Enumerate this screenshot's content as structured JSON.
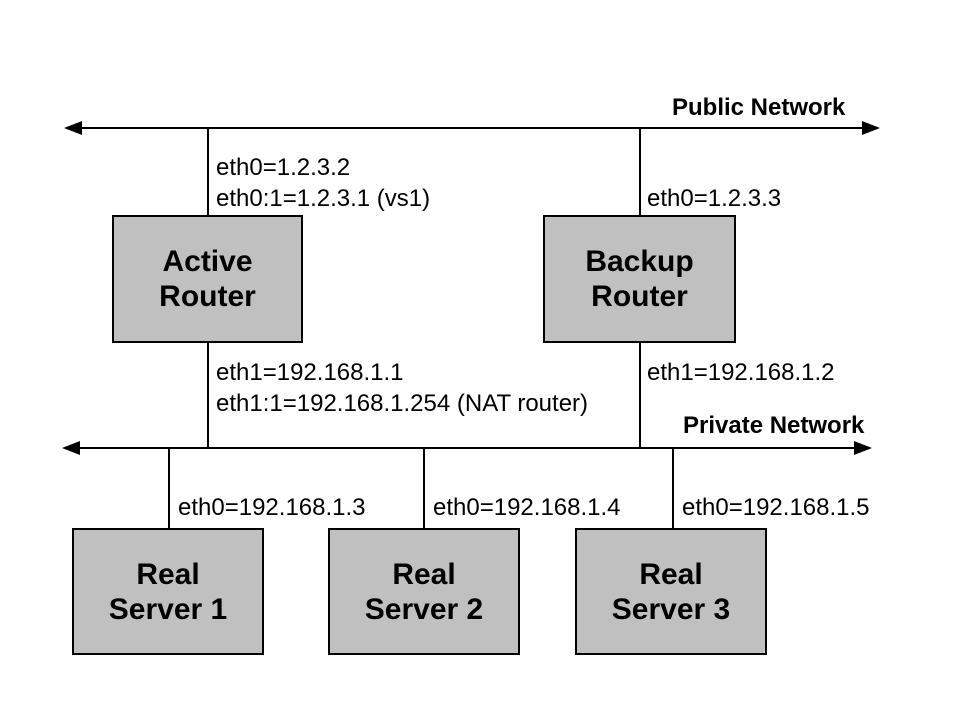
{
  "diagram": {
    "description": "LVS NAT network topology diagram",
    "colors": {
      "background": "#ffffff",
      "node_fill": "#c0c0c0",
      "node_border": "#000000",
      "line": "#000000",
      "text": "#000000"
    },
    "networks": {
      "public": {
        "label": "Public Network"
      },
      "private": {
        "label": "Private Network"
      }
    },
    "nodes": {
      "active_router": {
        "label": "Active\nRouter"
      },
      "backup_router": {
        "label": "Backup\nRouter"
      },
      "real_server_1": {
        "label": "Real\nServer 1"
      },
      "real_server_2": {
        "label": "Real\nServer 2"
      },
      "real_server_3": {
        "label": "Real\nServer 3"
      }
    },
    "interfaces": {
      "active_router_public": {
        "text": "eth0=1.2.3.2\neth0:1=1.2.3.1 (vs1)"
      },
      "backup_router_public": {
        "text": "eth0=1.2.3.3"
      },
      "active_router_private": {
        "text": "eth1=192.168.1.1\neth1:1=192.168.1.254 (NAT router)"
      },
      "backup_router_private": {
        "text": "eth1=192.168.1.2"
      },
      "real_server_1": {
        "text": "eth0=192.168.1.3"
      },
      "real_server_2": {
        "text": "eth0=192.168.1.4"
      },
      "real_server_3": {
        "text": "eth0=192.168.1.5"
      }
    }
  }
}
